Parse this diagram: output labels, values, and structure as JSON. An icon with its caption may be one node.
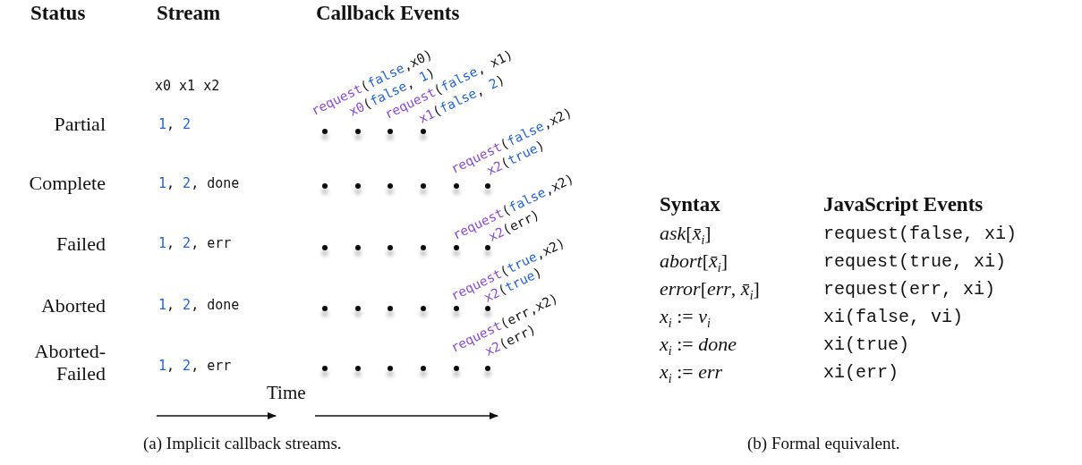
{
  "diagram": {
    "labels": [
      "Status",
      "Stream",
      "Callback Events",
      "x0 x1 x2",
      "Partial",
      "1, 2",
      "request(false,x0)",
      "x0(false, 1)",
      "request(false, x1)",
      "x1(false, 2)",
      "Complete",
      "1, 2, done",
      "request(false,x2)",
      "x2(true)",
      "Failed",
      "1, 2, err",
      "request(false,x2)",
      "x2(err)",
      "Aborted",
      "1, 2, done",
      "request(true,x2)",
      "x2(true)",
      "Aborted-Failed",
      "1, 2, err",
      "request(err,x2)",
      "x2(err)",
      "Time",
      "(a)  Implicit callback streams.",
      "Syntax",
      "JavaScript Events",
      "*ask*[*x̄*$_{i}$]",
      "request(false, xi)",
      "*abort*[*x̄*$_{i}$]",
      "request(true, xi)",
      "*error*[*err*, *x̄*$_{i}$]",
      "request(err, xi)",
      "*x*$_{i}$ := *v*$_{i}$",
      "xi(false, vi)",
      "*x*$_{i}$ := *done*",
      "xi(true)",
      "*x*$_{i}$ := *err*",
      "xi(err)",
      "(b) Formal equivalent."
    ]
  }
}
